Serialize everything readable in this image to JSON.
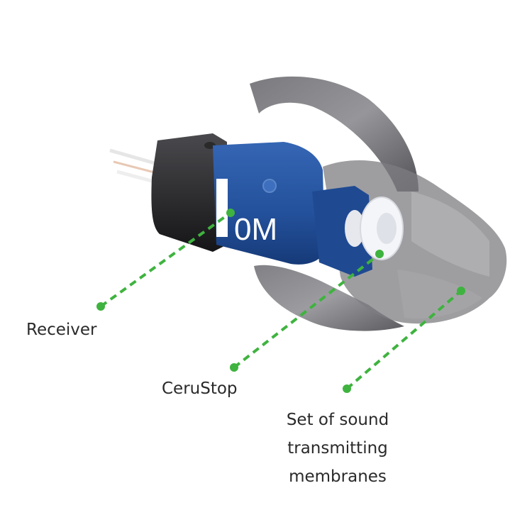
{
  "receiver_marking": "0M",
  "labels": {
    "receiver": "Receiver",
    "cerustop": "CeruStop",
    "membranes": [
      "Set of sound",
      "transmitting",
      "membranes"
    ]
  },
  "colors": {
    "leader": "#3fb33f",
    "receiver_blue": "#23509a",
    "shell_gray": "#5a5a5e"
  }
}
